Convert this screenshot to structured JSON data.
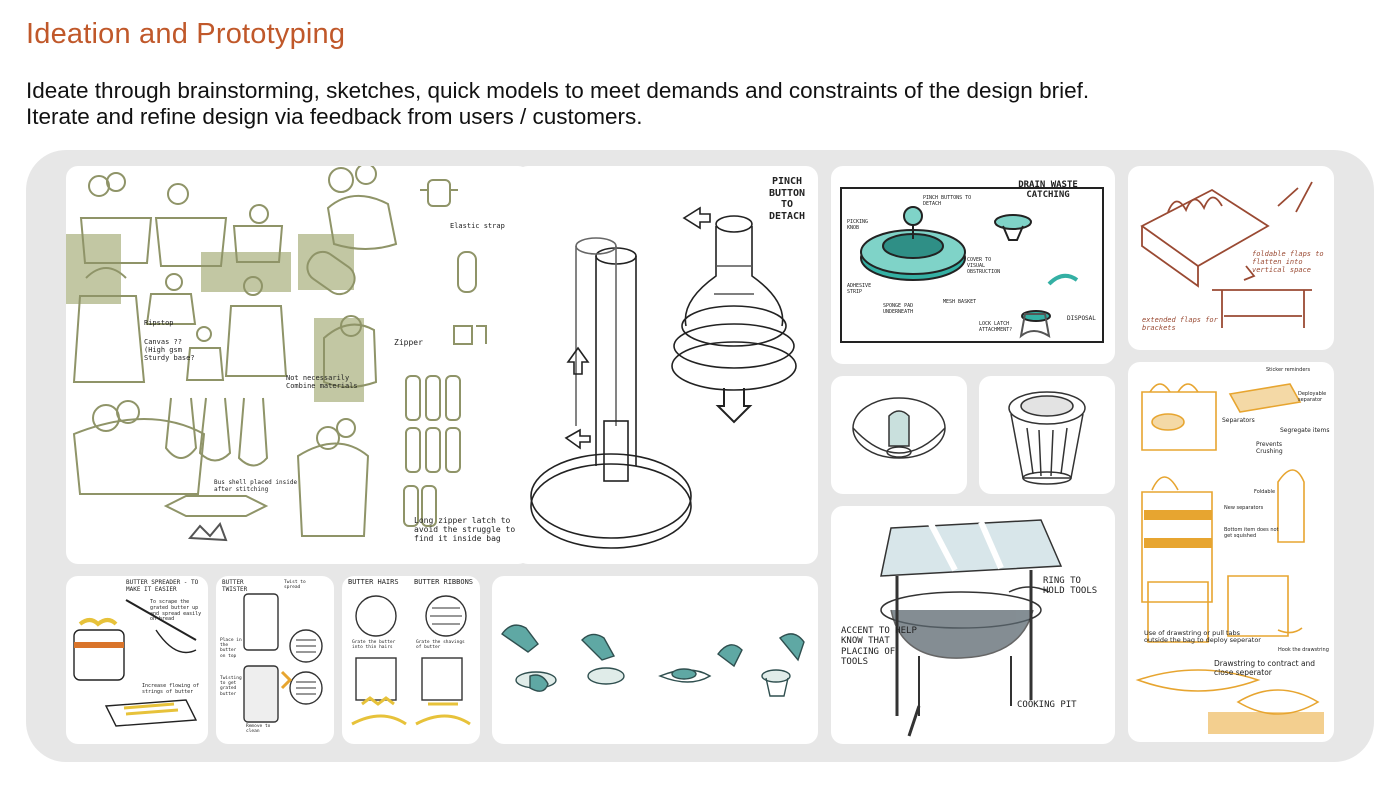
{
  "page": {
    "title": "Ideation and Prototyping",
    "subtitle": "Ideate through brainstorming, sketches, quick models to meet demands and constraints of the design brief. Iterate and refine design via feedback from users / customers."
  },
  "bag_sketches": {
    "notes": [
      "Elastic strap",
      "Ripstop",
      "Canvas ?? (High gsm Sturdy base?",
      "Not necessarily Combine materials",
      "Zipper",
      "Bus shell placed inside after stitching",
      "Long zipper latch to avoid the struggle to find it inside bag"
    ]
  },
  "detach_sketch": {
    "note": "PINCH BUTTON TO DETACH"
  },
  "drain_sketch": {
    "heading": "DRAIN WASTE CATCHING",
    "notes": [
      "PINCH BUTTONS TO DETACH",
      "PICKING KNOB",
      "COVER TO VISUAL OBSTRUCTION",
      "ADHESIVE STRIP",
      "SPONGE PAD UNDERNEATH",
      "MESH BASKET",
      "LOCK LATCH ATTACHMENT?",
      "DISPOSAL"
    ]
  },
  "flaps_sketch": {
    "notes": [
      "foldable flaps to flatten into vertical space",
      "extended flaps for brackets"
    ]
  },
  "separator_sketch": {
    "notes": [
      "Sticker reminders",
      "Deployable separator",
      "Separators",
      "Segregate items",
      "Prevents Crushing",
      "Foldable",
      "New separators",
      "Bottom item does not get squished",
      "Use of drawstring or pull tabs outside the bag to deploy seperator",
      "Hook the drawstring",
      "Drawstring to contract and close seperator"
    ]
  },
  "butter_spreader": {
    "heading": "BUTTER SPREADER - TO MAKE IT EASIER",
    "notes": [
      "To scrape the grated butter up and spread easily on bread",
      "Increase flowing of strings of butter"
    ]
  },
  "butter_twister": {
    "heading": "BUTTER TWISTER",
    "notes": [
      "Twist to spread",
      "Place in the butter on top",
      "Twisting to get grated butter",
      "Remove to clean"
    ]
  },
  "butter_hairs": {
    "headings": [
      "BUTTER HAIRS",
      "BUTTER RIBBONS"
    ],
    "notes": [
      "Grate the butter into thin hairs",
      "Grate the shavings of butter"
    ]
  },
  "cooking_sketch": {
    "notes": [
      "RING TO HOLD TOOLS",
      "ACCENT TO HELP KNOW THAT PLACING OF TOOLS",
      "COOKING PIT"
    ]
  },
  "palette": {
    "title": "#c0582a",
    "board": "#e7e7e7",
    "olive": "#8f9468",
    "green": "#34b0a4",
    "orange": "#e7a530",
    "rust": "#9a4a33",
    "teal": "#5fa8a4"
  }
}
